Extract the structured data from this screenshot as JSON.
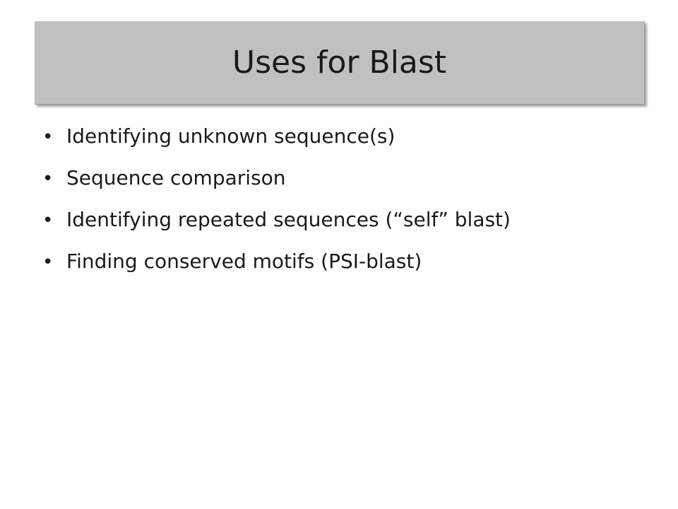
{
  "slide": {
    "title": "Uses for Blast",
    "bullet_glyph": "•",
    "bullets": [
      {
        "text": "Identifying unknown sequence(s)"
      },
      {
        "text": "Sequence comparison"
      },
      {
        "text": "Identifying repeated sequences (“self” blast)"
      },
      {
        "text": "Finding conserved motifs (PSI-blast)"
      }
    ]
  },
  "colors": {
    "title_bar_background": "#c0c0c0",
    "text": "#1a1a1a",
    "slide_background": "#ffffff"
  }
}
